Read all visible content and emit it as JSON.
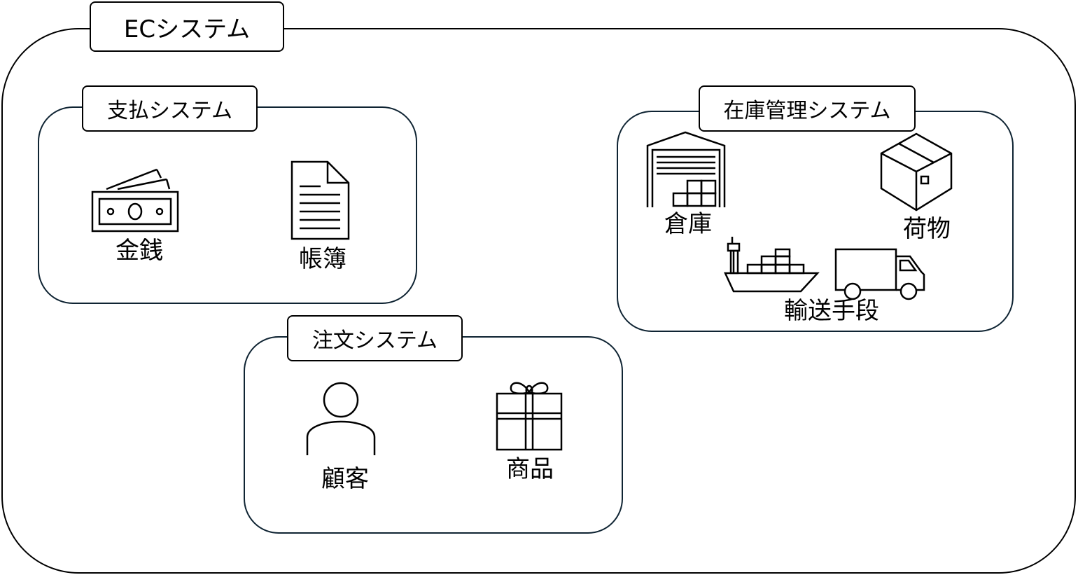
{
  "title": "ECシステム",
  "groups": {
    "payment": {
      "label": "支払システム",
      "items": [
        "金銭",
        "帳簿"
      ]
    },
    "order": {
      "label": "注文システム",
      "items": [
        "顧客",
        "商品"
      ]
    },
    "inventory": {
      "label": "在庫管理システム",
      "items": [
        "倉庫",
        "荷物",
        "輸送手段"
      ]
    }
  },
  "icons": {
    "money": "money-icon",
    "ledger": "document-icon",
    "customer": "person-icon",
    "product": "gift-icon",
    "warehouse": "warehouse-icon",
    "parcel": "box-icon",
    "ship": "ship-icon",
    "truck": "truck-icon"
  },
  "colors": {
    "outline": "#000000",
    "group_border": "#0f2433",
    "background": "#ffffff"
  }
}
